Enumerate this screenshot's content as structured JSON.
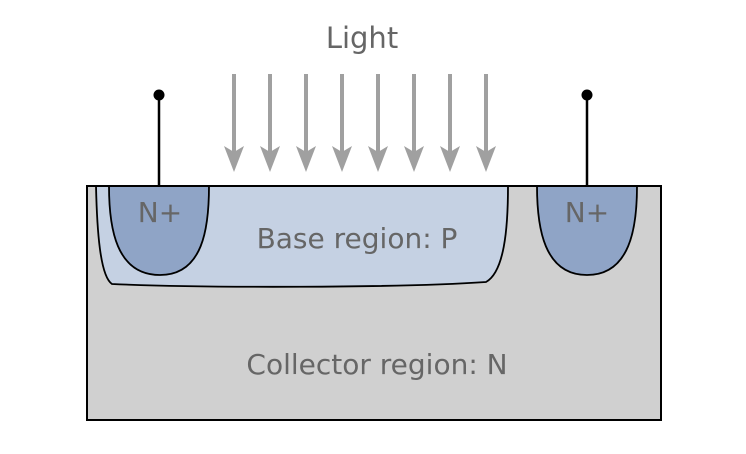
{
  "labels": {
    "light": "Light",
    "emitter_left": "N+",
    "emitter_right": "N+",
    "base": "Base region: P",
    "collector": "Collector region: N"
  },
  "light_arrows": {
    "count": 8
  },
  "colors": {
    "collector_fill": "#d0d0d0",
    "base_fill": "#c5d1e3",
    "emitter_fill": "#8fa4c6",
    "arrow": "#a0a0a0",
    "outline": "#000000",
    "text": "#666666"
  }
}
